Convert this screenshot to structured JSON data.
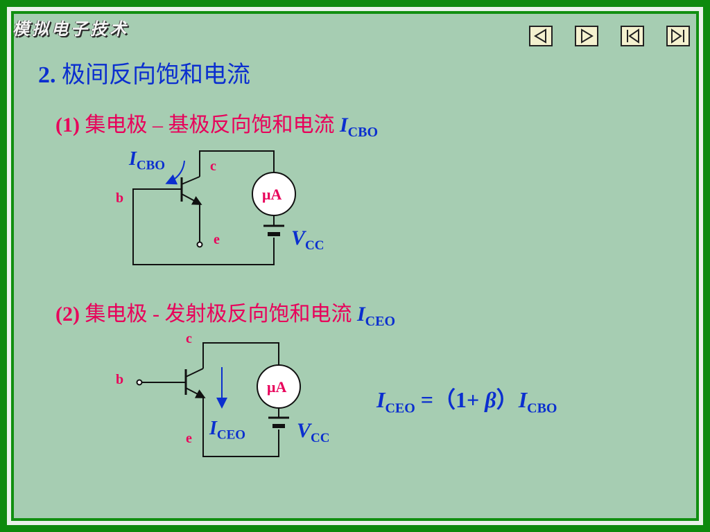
{
  "header": {
    "logo_text": "模拟电子技术",
    "nav": [
      {
        "name": "previous-slide-button",
        "icon": "triangle-left-icon"
      },
      {
        "name": "next-slide-button",
        "icon": "triangle-right-icon"
      },
      {
        "name": "first-slide-button",
        "icon": "skip-first-icon"
      },
      {
        "name": "last-slide-button",
        "icon": "skip-last-icon"
      }
    ]
  },
  "title": {
    "number": "2.",
    "text": "极间反向饱和电流"
  },
  "section1": {
    "number": "(1)",
    "text": "集电极 – 基极反向饱和电流",
    "symbol": "I",
    "symbol_sub": "CBO"
  },
  "section2": {
    "number": "(2)",
    "text": "集电极 - 发射极反向饱和电流",
    "symbol": "I",
    "symbol_sub": "CEO"
  },
  "circuit1": {
    "current_symbol": "I",
    "current_sub": "CBO",
    "label_c": "c",
    "label_b": "b",
    "label_e": "e",
    "meter": "μA",
    "source_symbol": "V",
    "source_sub": "CC"
  },
  "circuit2": {
    "label_c": "c",
    "label_b": "b",
    "label_e": "e",
    "meter": "μA",
    "current_symbol": "I",
    "current_sub": "CEO",
    "source_symbol": "V",
    "source_sub": "CC"
  },
  "formula": {
    "lhs": "I",
    "lhs_sub": "CEO",
    "middle": " =（1+ ",
    "beta": "β",
    "close": "）",
    "rhs": "I",
    "rhs_sub": "CBO"
  },
  "colors": {
    "background": "#a6cdb2",
    "frame": "#0d8a0d",
    "title_blue": "#0b2fcf",
    "accent_pink": "#e8005a"
  }
}
